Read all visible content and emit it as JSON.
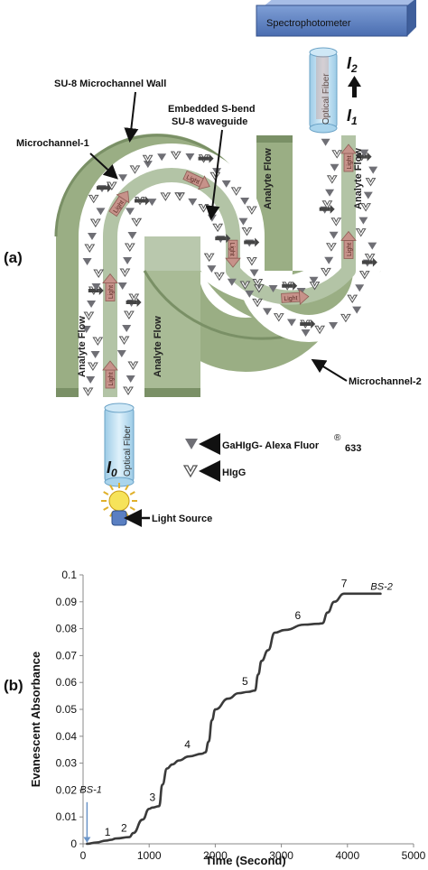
{
  "panel_a": {
    "panel_label": "(a)",
    "spectrophotometer": "Spectrophotometer",
    "optical_fiber_top": "Optical Fiber",
    "optical_fiber_bottom": "Optical Fiber",
    "i2": "I",
    "i2_sub": "2",
    "i1": "I",
    "i1_sub": "1",
    "i0": "I",
    "i0_sub": "0",
    "wall_label": "SU-8 Microchannel Wall",
    "waveguide_label_line1": "Embedded S-bend",
    "waveguide_label_line2": "SU-8 waveguide",
    "microchannel1": "Microchannel-1",
    "microchannel2": "Microchannel-2",
    "analyte_flow": "Analyte Flow",
    "light": "Light",
    "legend_gahigg": "GaHIgG- Alexa Fluor",
    "legend_reg": "®",
    "legend_633": "633",
    "legend_higg": "HIgG",
    "light_source": "Light Source",
    "colors": {
      "channel_wall": "#9aae84",
      "channel_wall_dark": "#7a9066",
      "waveguide": "#b9c8ad",
      "fiber": "#bfe0f2",
      "spectro": "#5b7fc0",
      "light_arrow": "#c7928a"
    }
  },
  "panel_b": {
    "panel_label": "(b)",
    "chart_data": {
      "type": "line",
      "xlabel": "Time (Second)",
      "ylabel": "Evanescent Absorbance",
      "xlim": [
        0,
        5000
      ],
      "ylim": [
        0,
        0.1
      ],
      "x_ticks": [
        "0",
        "1000",
        "2000",
        "3000",
        "4000",
        "5000"
      ],
      "y_ticks": [
        "0",
        "0.01",
        "0.02",
        "0.03",
        "0.04",
        "0.05",
        "0.06",
        "0.07",
        "0.08",
        "0.09",
        "0.1"
      ],
      "grid": false,
      "series": [
        {
          "x": [
            60,
            200,
            350,
            420,
            500,
            700,
            760,
            900,
            1000,
            1050,
            1150,
            1200,
            1270,
            1350,
            1450,
            1600,
            1800,
            1850,
            1900,
            1950,
            2000,
            2200,
            2350,
            2500,
            2600,
            2650,
            2700,
            2800,
            2900,
            3050,
            3350,
            3550,
            3620,
            3700,
            3800,
            3950,
            4100,
            4500
          ],
          "y": [
            0.0,
            0.0005,
            0.0012,
            0.0015,
            0.002,
            0.0025,
            0.004,
            0.009,
            0.013,
            0.0135,
            0.014,
            0.022,
            0.028,
            0.0295,
            0.031,
            0.0325,
            0.0335,
            0.034,
            0.038,
            0.046,
            0.05,
            0.054,
            0.056,
            0.0565,
            0.057,
            0.063,
            0.068,
            0.072,
            0.0785,
            0.0795,
            0.0815,
            0.0818,
            0.082,
            0.086,
            0.09,
            0.093,
            0.093,
            0.093
          ]
        }
      ],
      "annotations": [
        {
          "text": "BS-1",
          "x": 60,
          "y": 0.019
        },
        {
          "text": "1",
          "x": 370,
          "y": 0.003
        },
        {
          "text": "2",
          "x": 620,
          "y": 0.0045
        },
        {
          "text": "3",
          "x": 1050,
          "y": 0.016
        },
        {
          "text": "4",
          "x": 1580,
          "y": 0.0355
        },
        {
          "text": "5",
          "x": 2450,
          "y": 0.059
        },
        {
          "text": "6",
          "x": 3250,
          "y": 0.0835
        },
        {
          "text": "7",
          "x": 3950,
          "y": 0.0955
        },
        {
          "text": "BS-2",
          "x": 4350,
          "y": 0.0945
        }
      ],
      "line_color": "#3a3a3a",
      "marker_color": "#6a94c8"
    }
  }
}
